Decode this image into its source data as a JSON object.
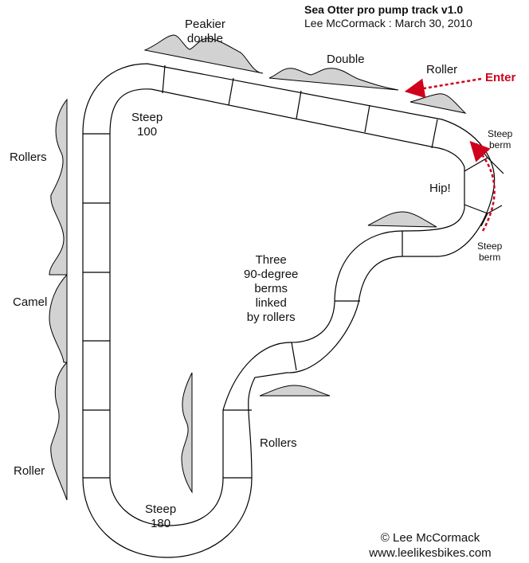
{
  "header": {
    "title": "Sea Otter pro pump track v1.0",
    "subtitle": "Lee McCormack : March 30, 2010"
  },
  "labels": {
    "peakier_double": [
      "Peakier",
      "double"
    ],
    "double": "Double",
    "roller_top": "Roller",
    "enter": "Enter",
    "steep_berm_top": [
      "Steep",
      "berm"
    ],
    "steep_berm_bottom": [
      "Steep",
      "berm"
    ],
    "hip": "Hip!",
    "steep_100": [
      "Steep",
      "100"
    ],
    "rollers_left": "Rollers",
    "camel": "Camel",
    "roller_left": "Roller",
    "three_berms": [
      "Three",
      "90-degree",
      "berms",
      "linked",
      "by rollers"
    ],
    "rollers_bottom": "Rollers",
    "steep_180": [
      "Steep",
      "180"
    ]
  },
  "footer": {
    "copyright": "© Lee McCormack",
    "website": "www.leelikesbikes.com"
  },
  "colors": {
    "track_stroke": "#000000",
    "feature_fill": "#d2d2d2",
    "enter_arrow": "#d0021b"
  }
}
